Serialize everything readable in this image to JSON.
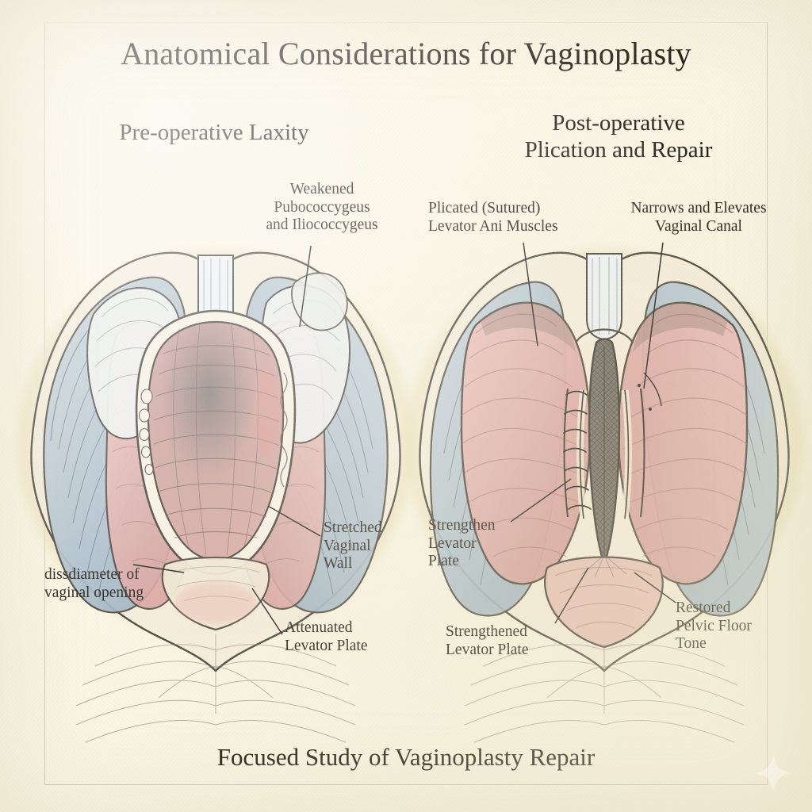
{
  "figure": {
    "title": "Anatomical Considerations for Vaginoplasty",
    "caption": "Focused Study of Vaginoplasty Repair",
    "style": "colored pencil anatomical sketch",
    "background_color": "#faf6e4",
    "ink_color": "#1a1713",
    "palette": {
      "muscle_rose": "#e2a9a6",
      "muscle_rose_deep": "#cf8f8e",
      "fascia_blue": "#a9bccb",
      "fascia_blue_deep": "#8fa7bb",
      "tissue_cream": "#f4ecd8",
      "ochre_shadow": "#e8d9ab",
      "graphite": "#5c564c"
    }
  },
  "panels": [
    {
      "id": "pre-operative",
      "heading_lines": [
        "Pre-operative Laxity"
      ],
      "annotations": [
        {
          "id": "weakened-muscles",
          "lines": [
            "Weakened",
            "Pubococcygeus",
            "and Iliococcygeus"
          ],
          "align": "center"
        },
        {
          "id": "vaginal-opening-diameter",
          "lines": [
            "dissdiameter of",
            "vaginal opening"
          ],
          "align": "left"
        },
        {
          "id": "stretched-vaginal-wall",
          "lines": [
            "Stretched",
            "Vaginal",
            "Wall"
          ],
          "align": "left"
        },
        {
          "id": "attenuated-levator-plate",
          "lines": [
            "Attenuated",
            "Levator Plate"
          ],
          "align": "left"
        }
      ]
    },
    {
      "id": "post-operative",
      "heading_lines": [
        "Post-operative",
        "Plication and Repair"
      ],
      "annotations": [
        {
          "id": "plicated-levator-ani",
          "lines": [
            "Plicated (Sutured)",
            "Levator Ani Muscles"
          ],
          "align": "left"
        },
        {
          "id": "narrows-elevates-canal",
          "lines": [
            "Narrows and Elevates",
            "Vaginal Canal"
          ],
          "align": "center"
        },
        {
          "id": "strengthen-levator-plate",
          "lines": [
            "Strengthen",
            "Levator",
            "Plate"
          ],
          "align": "left"
        },
        {
          "id": "strengthened-levator-plate",
          "lines": [
            "Strengthened",
            "Levator Plate"
          ],
          "align": "left"
        },
        {
          "id": "restored-pelvic-floor-tone",
          "lines": [
            "Restored",
            "Pelvic Floor",
            "Tone"
          ],
          "align": "left"
        }
      ]
    }
  ],
  "watermark": {
    "icon": "sparkle-star-icon",
    "position": "bottom-right"
  }
}
